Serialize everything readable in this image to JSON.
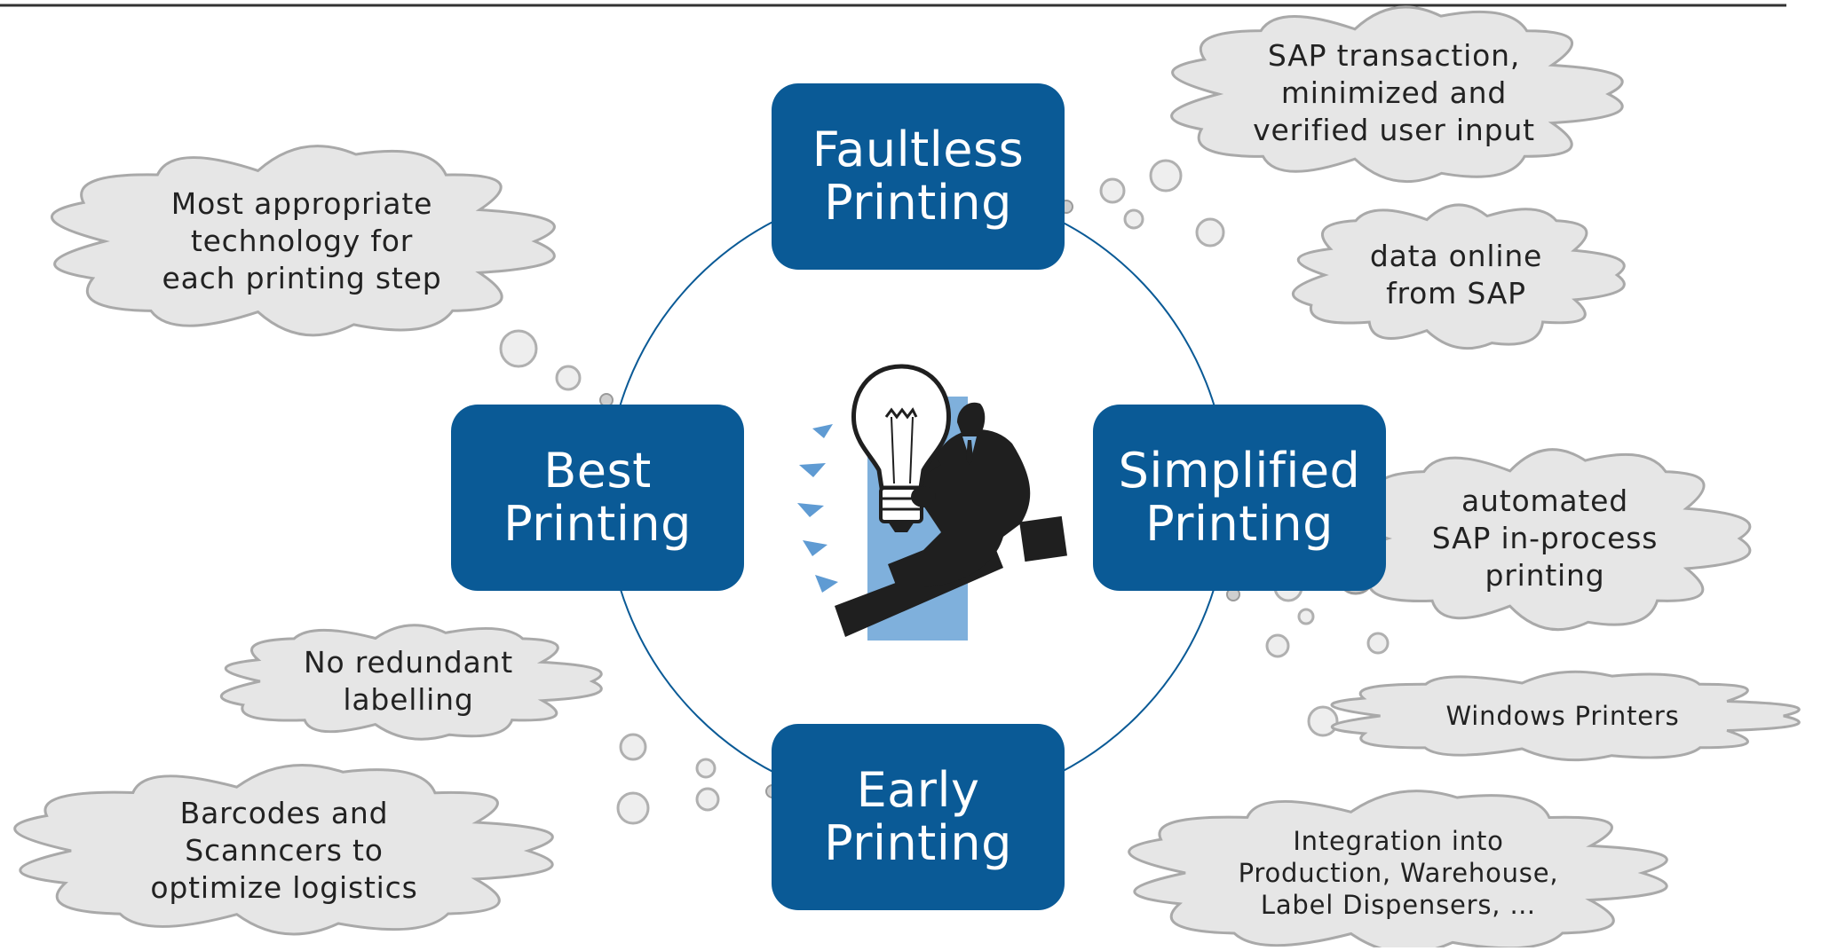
{
  "colors": {
    "box_fill": "#0a5a96",
    "cloud_fill": "#e6e6e6",
    "cloud_stroke": "#a9a9a9",
    "connector": "#0a5a96",
    "figure": "#1f1f1f",
    "panel": "#7fb0dc"
  },
  "boxes": {
    "faultless": [
      "Faultless",
      "Printing"
    ],
    "best": [
      "Best",
      "Printing"
    ],
    "simplified": [
      "Simplified",
      "Printing"
    ],
    "early": [
      "Early",
      "Printing"
    ]
  },
  "clouds": {
    "sap_transaction": [
      "SAP transaction,",
      "minimized and",
      "verified user input"
    ],
    "data_online": [
      "data online",
      "from SAP"
    ],
    "appropriate_tech": [
      "Most appropriate",
      "technology for",
      "each printing step"
    ],
    "automated": [
      "automated",
      "SAP in-process",
      "printing"
    ],
    "windows_printers": [
      "Windows Printers"
    ],
    "no_redundant": [
      "No redundant",
      "labelling"
    ],
    "barcodes": [
      "Barcodes and",
      "Scanncers to",
      "optimize logistics"
    ],
    "integration": [
      "Integration into",
      "Production, Warehouse,",
      "Label Dispensers, …"
    ]
  },
  "center_icon": "person-with-lightbulb-icon"
}
